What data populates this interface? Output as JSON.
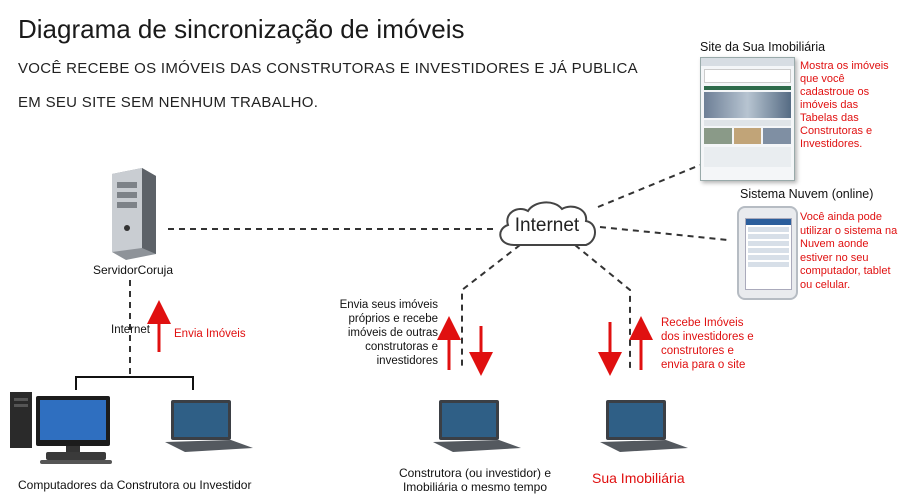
{
  "header": {
    "title": "Diagrama de sincronização de imóveis",
    "subtitle_line1": "VOCÊ RECEBE OS IMÓVEIS DAS CONSTRUTORAS E INVESTIDORES E JÁ PUBLICA",
    "subtitle_line2": "EM SEU SITE SEM NENHUM TRABALHO."
  },
  "server": {
    "label": "ServidorCoruja"
  },
  "internet_cloud": {
    "label": "Internet"
  },
  "server_link": {
    "label": "Internet",
    "action": "Envia Imóveis"
  },
  "builder_computers": {
    "label": "Computadores da Construtora ou Investidor"
  },
  "site": {
    "title": "Site da Sua Imobiliária",
    "description": "Mostra os imóveis que você cadastroue os imóveis das Tabelas das Construtoras e Investidores."
  },
  "cloud_system": {
    "title": "Sistema Nuvem (online)",
    "description": "Você ainda pode utilizar o sistema na Nuvem aonde estiver no seu computador, tablet ou celular."
  },
  "middle_node": {
    "description": "Envia seus imóveis próprios e recebe imóveis de outras construtoras e investidores",
    "label": "Construtora (ou investidor) e Imobiliária o mesmo tempo"
  },
  "right_node": {
    "description": "Recebe Imóveis dos investidores e construtores e envia para o site",
    "label": "Sua Imobiliária"
  },
  "colors": {
    "accent_red": "#e01010",
    "dash_line": "#333333",
    "laptop_screen": "#2f5f86"
  }
}
